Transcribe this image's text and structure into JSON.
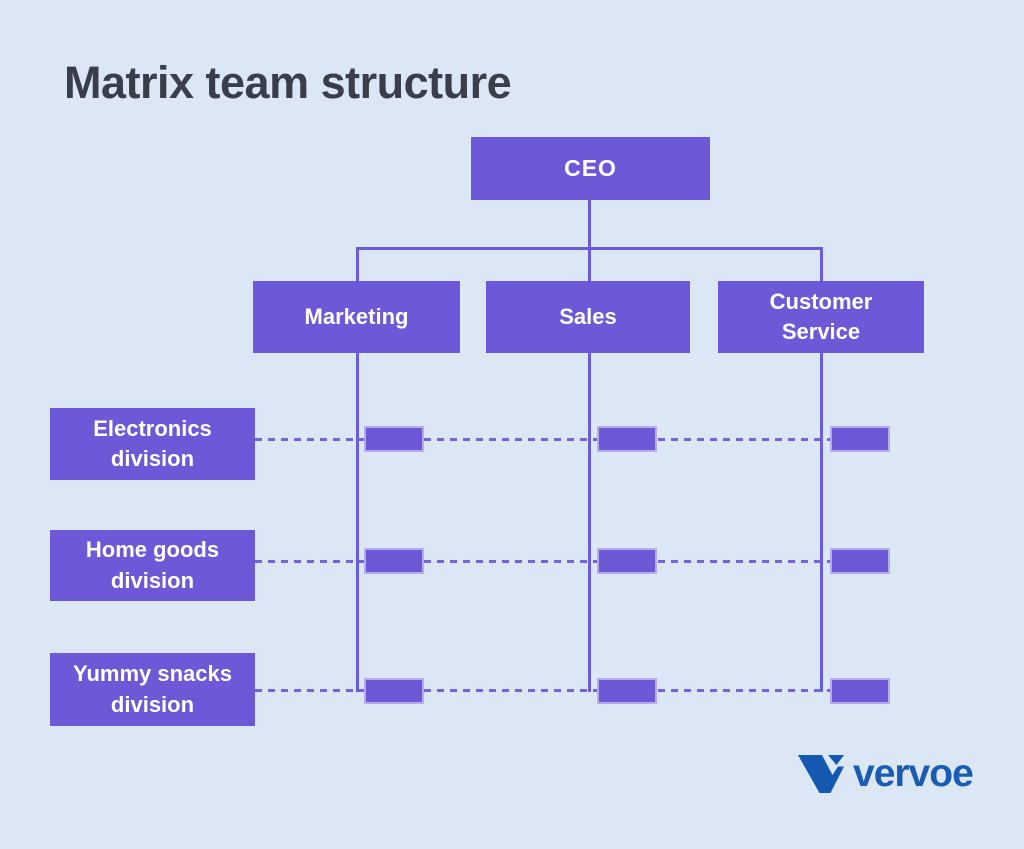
{
  "page": {
    "title": "Matrix team structure"
  },
  "diagram": {
    "type": "matrix-org-chart",
    "root": {
      "label": "CEO"
    },
    "functions": [
      {
        "label": "Marketing"
      },
      {
        "label": "Sales"
      },
      {
        "label": "Customer\nService"
      }
    ],
    "divisions": [
      {
        "label": "Electronics\ndivision"
      },
      {
        "label": "Home goods\ndivision"
      },
      {
        "label": "Yummy snacks\ndivision"
      }
    ],
    "intersections": {
      "rows": 3,
      "cols": 3
    }
  },
  "branding": {
    "logo_text": "vervoe",
    "logo_icon": "vervoe-v-icon",
    "logo_color": "#1a5cb4"
  },
  "colors": {
    "background": "#dbe7f5",
    "node_fill": "#6d59d8",
    "node_text": "#ffffff",
    "connector": "#6a5cd6",
    "intersection_border": "#b6abea",
    "title_text": "#3a3e4b"
  }
}
